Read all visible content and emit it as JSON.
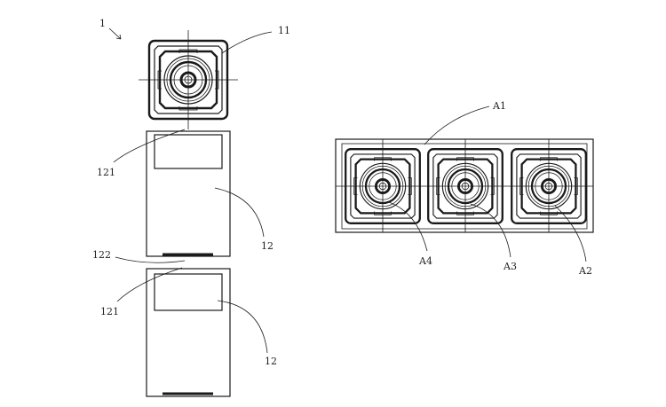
{
  "labels": {
    "device": "1",
    "lens_module": "11",
    "sensor_region_upper": "121",
    "board_upper": "12",
    "connector": "122",
    "sensor_region_lower": "121",
    "board_lower": "12",
    "array": "A1",
    "cam_a4": "A4",
    "cam_a3": "A3",
    "cam_a2": "A2"
  },
  "colors": {
    "ink": "#1a1a1a",
    "paper": "#ffffff"
  }
}
